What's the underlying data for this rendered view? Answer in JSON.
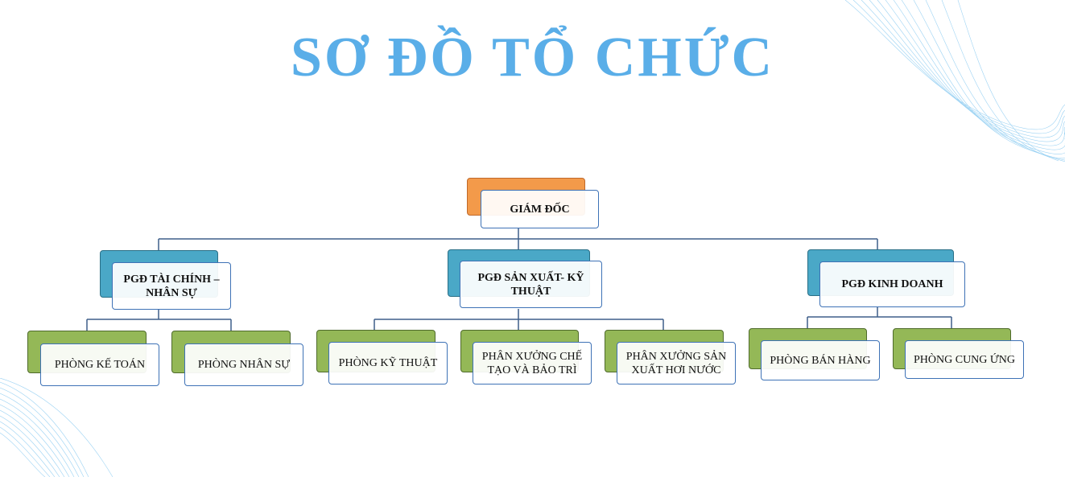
{
  "title": "SƠ ĐỒ TỔ CHỨC",
  "colors": {
    "title": "#5aaee8",
    "director_fill": "#f39a4a",
    "deputy_fill": "#4aa8c7",
    "department_fill": "#94b857",
    "box_border": "#3e72b6",
    "connector": "#3e5f8a"
  },
  "director": {
    "label": "GIÁM ĐỐC"
  },
  "deputies": [
    {
      "label": "PGĐ TÀI CHÍNH – NHÂN SỰ"
    },
    {
      "label": "PGĐ SẢN XUẤT- KỸ THUẬT"
    },
    {
      "label": "PGĐ KINH DOANH"
    }
  ],
  "departments": [
    {
      "label": "PHÒNG KẾ TOÁN"
    },
    {
      "label": "PHÒNG NHÂN SỰ"
    },
    {
      "label": "PHÒNG KỸ THUẬT"
    },
    {
      "label": "PHÂN XƯỞNG CHẾ TẠO VÀ BẢO TRÌ"
    },
    {
      "label": "PHÂN XƯỞNG SẢN XUẤT HƠI NƯỚC"
    },
    {
      "label": "PHÒNG BÁN HÀNG"
    },
    {
      "label": "PHÒNG CUNG ỨNG"
    }
  ]
}
